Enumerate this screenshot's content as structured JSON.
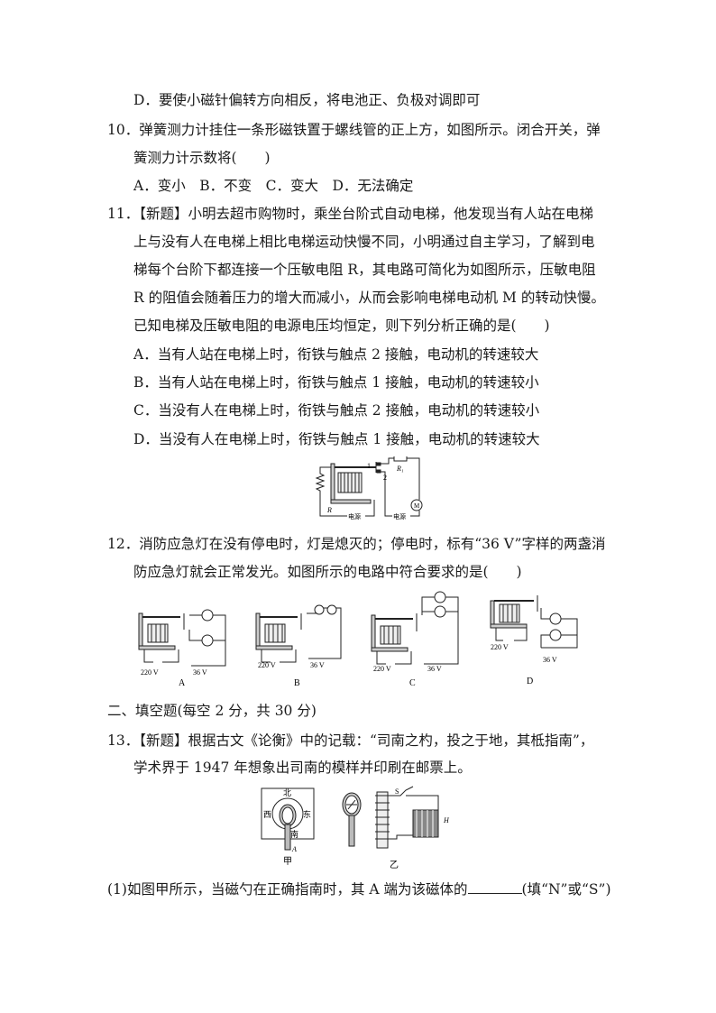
{
  "q9d": "D．要使小磁针偏转方向相反，将电池正、负极对调即可",
  "q10": {
    "line1": "10．弹簧测力计挂住一条形磁铁置于螺线管的正上方，如图所示。闭合开关，弹",
    "line2": "簧测力计示数将(　　)",
    "options": "A．变小　B．不变　C．变大　D．无法确定"
  },
  "q11": {
    "lines": [
      "11．【新题】小明去超市购物时，乘坐台阶式自动电梯，他发现当有人站在电梯",
      "上与没有人在电梯上相比电梯运动快慢不同，小明通过自主学习，了解到电",
      "梯每个台阶下都连接一个压敏电阻 R，其电路可简化为如图所示，压敏电阻",
      "R 的阻值会随着压力的增大而减小，从而会影响电梯电动机 M 的转动快慢。",
      "已知电梯及压敏电阻的电源电压均恒定，则下列分析正确的是(　　)"
    ],
    "options": [
      "A．当有人站在电梯上时，衔铁与触点 2 接触，电动机的转速较大",
      "B．当有人站在电梯上时，衔铁与触点 1 接触，电动机的转速较小",
      "C．当没有人在电梯上时，衔铁与触点 2 接触，电动机的转速较小",
      "D．当没有人在电梯上时，衔铁与触点 1 接触，电动机的转速较大"
    ],
    "figure": {
      "label_1": "1",
      "label_2": "2",
      "label_R1": "R₁",
      "label_R": "R",
      "label_M": "M",
      "power_left": "电源",
      "power_right": "电源"
    }
  },
  "q12": {
    "line1": "12．消防应急灯在没有停电时，灯是熄灭的；停电时，标有“36 V”字样的两盏消",
    "line2": "防应急灯就会正常发光。如图所示的电路中符合要求的是(　　)",
    "options": [
      {
        "label": "A",
        "v220": "220 V",
        "v36": "36 V"
      },
      {
        "label": "B",
        "v220": "220 V",
        "v36": "36 V"
      },
      {
        "label": "C",
        "v220": "220 V",
        "v36": "36 V"
      },
      {
        "label": "D",
        "v220": "220 V",
        "v36": "36 V"
      }
    ]
  },
  "section2": "二、填空题(每空 2 分，共 30 分)",
  "q13": {
    "line1": "13．【新题】根据古文《论衡》中的记载：“司南之杓，投之于地，其柢指南”，",
    "line2": "学术界于 1947 年想象出司南的模样并印刷在邮票上。",
    "figure": {
      "north": "北",
      "west": "西",
      "east": "东",
      "south": "南",
      "label_A": "A",
      "label_jia": "甲",
      "label_S": "S",
      "label_H": "H",
      "label_yi": "乙"
    },
    "sub1_before": "(1)如图甲所示，当磁勺在正确指南时，其 A 端为该磁体的",
    "sub1_after": "(填“N”或“S”)"
  }
}
